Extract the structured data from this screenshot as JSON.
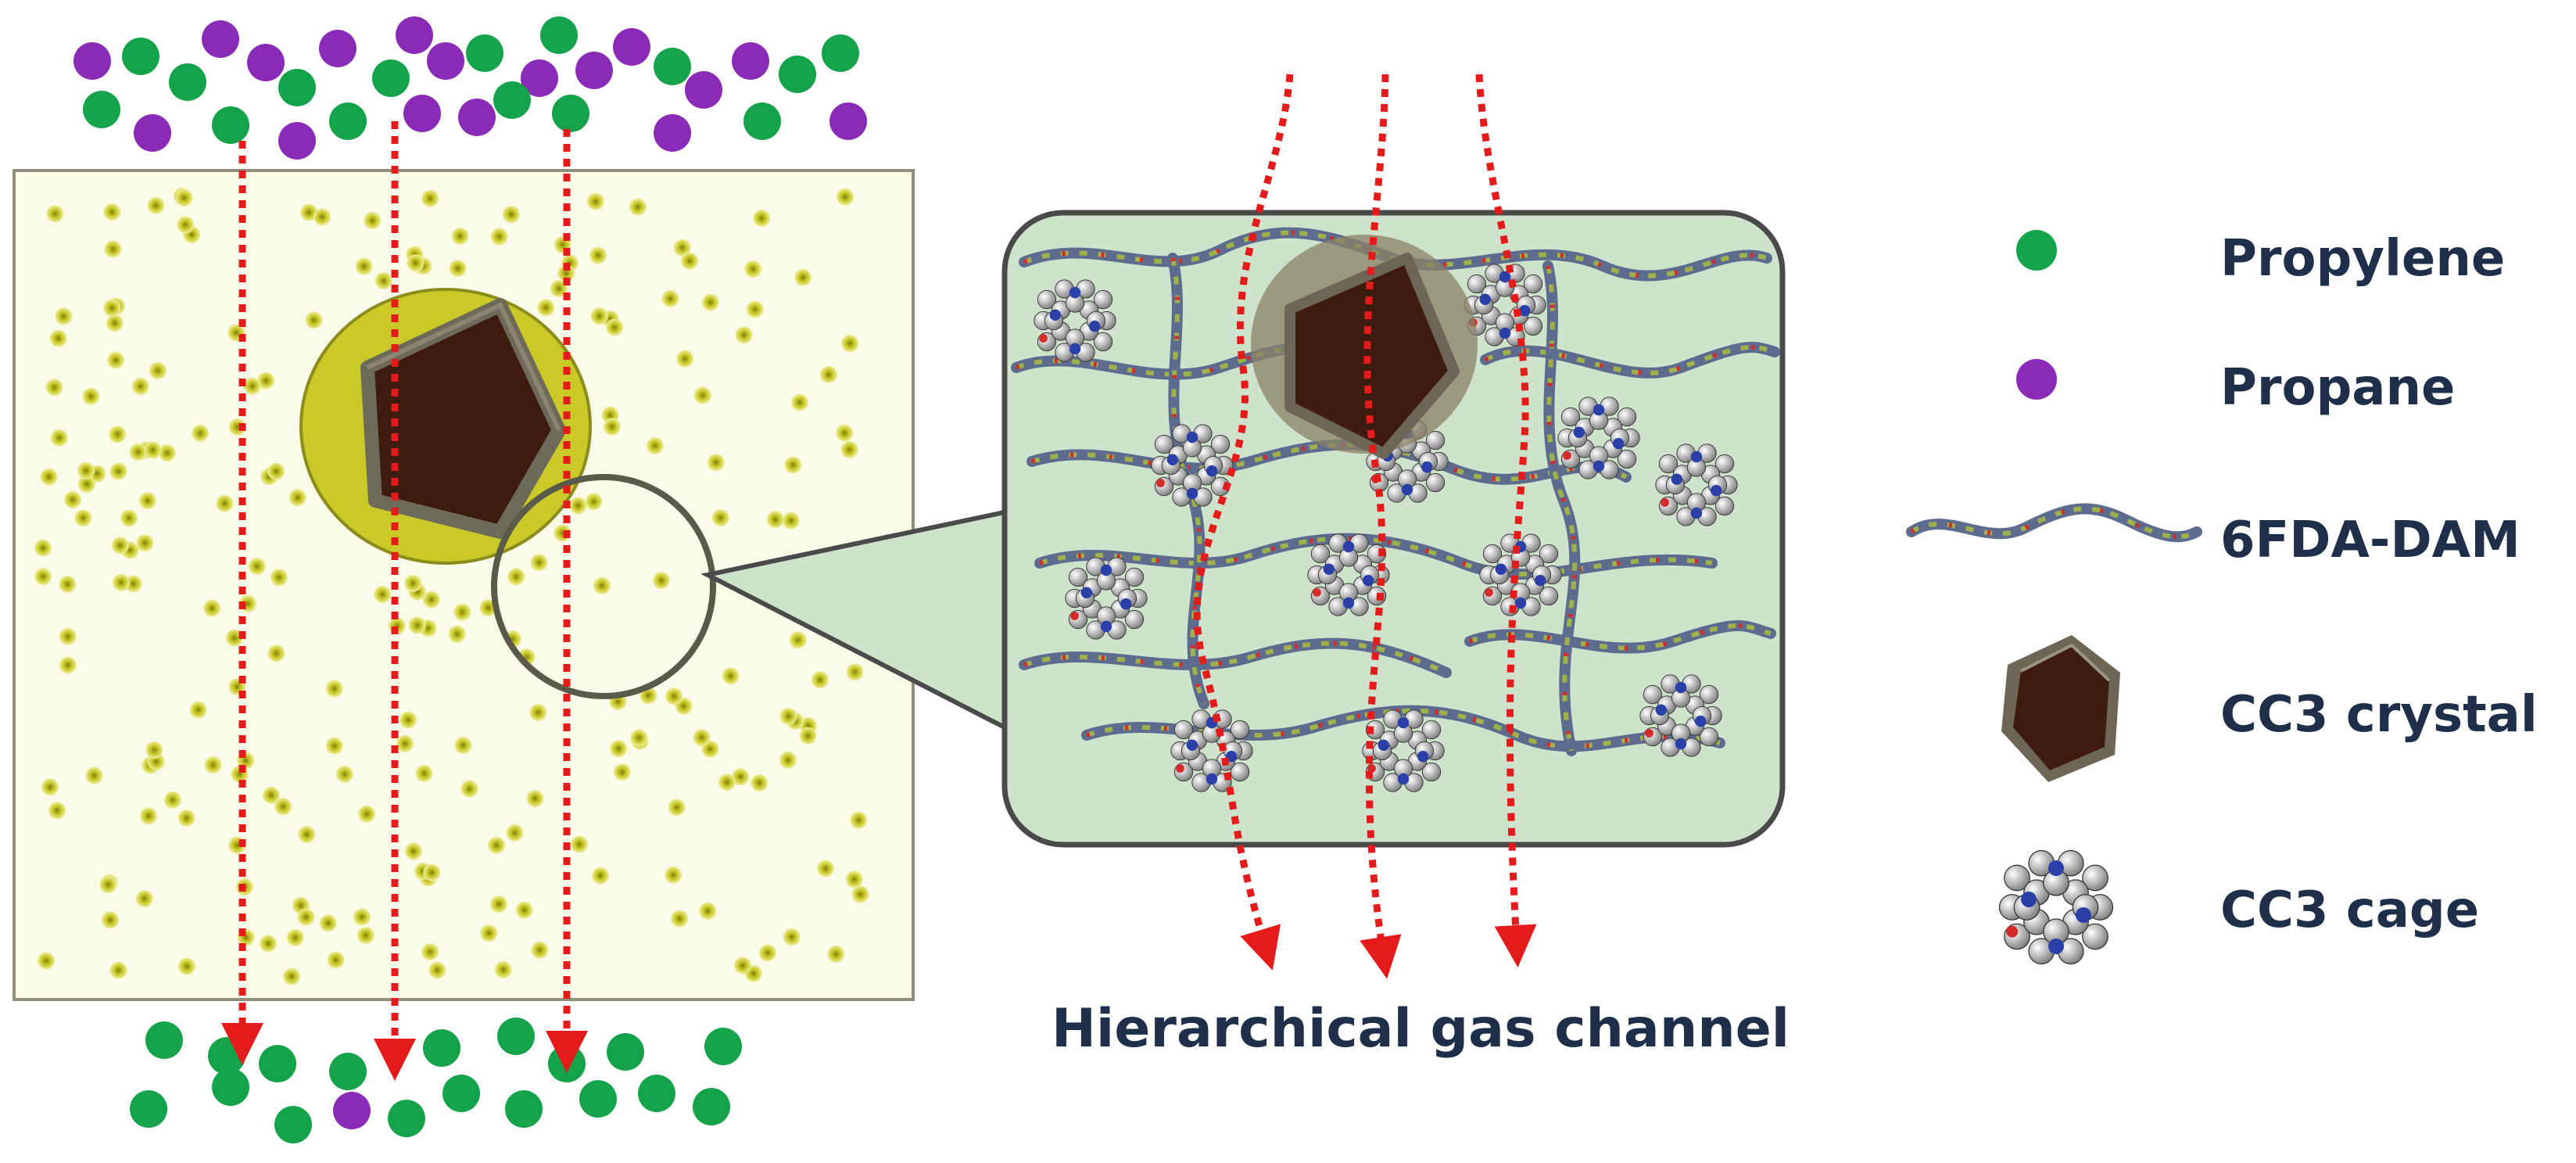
{
  "caption": "Hierarchical gas channel",
  "legend": {
    "propylene": "Propylene",
    "propane": "Propane",
    "polymer": "6FDA-DAM",
    "crystal": "CC3 crystal",
    "cage": "CC3 cage"
  },
  "colors": {
    "propylene": "#14a34a",
    "propane": "#8a2bb8",
    "membrane_bg": "#fbfbea",
    "zoom_bg": "#cfe3cc",
    "flow_arrow": "#e31b1b",
    "text": "#1f2f4a",
    "crystal_core": "#3d1b0e",
    "crystal_halo": "#c9c927"
  }
}
